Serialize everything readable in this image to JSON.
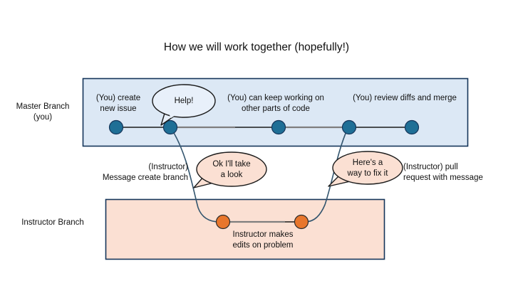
{
  "diagram": {
    "title": "How we will work together (hopefully!)",
    "branches": [
      {
        "id": "master",
        "label": "Master Branch\n(you)",
        "label_line1": "Master Branch",
        "label_line2": "(you)",
        "fill": "#dce8f5",
        "stroke": "#15355a",
        "node_color": "#1f6f96"
      },
      {
        "id": "instructor",
        "label": "Instructor Branch",
        "fill": "#fbe0d3",
        "stroke": "#15355a",
        "node_color": "#e8762c"
      }
    ],
    "master_annotations": [
      {
        "id": "create-issue",
        "text": "(You) create\nnew issue"
      },
      {
        "id": "keep-working",
        "text": "(You) can keep working on\nother parts of code"
      },
      {
        "id": "review-merge",
        "text": "(You) review diffs and merge"
      }
    ],
    "instructor_annotations": [
      {
        "id": "message-create-branch",
        "text": "(Instructor)\nMessage create branch"
      },
      {
        "id": "pull-request",
        "text": "(Instructor) pull\nrequest with message"
      },
      {
        "id": "instructor-edits",
        "text": "Instructor makes\nedits on problem"
      }
    ],
    "speech_bubbles": [
      {
        "id": "help",
        "text": "Help!",
        "fill": "#e8f0fa",
        "stroke": "#1a1a1a"
      },
      {
        "id": "ok-look",
        "text": "Ok I'll take\na look",
        "fill": "#fbe0d3",
        "stroke": "#1a1a1a"
      },
      {
        "id": "heres-fix",
        "text": "Here's a\nway to fix it",
        "fill": "#fbe0d3",
        "stroke": "#1a1a1a"
      }
    ],
    "colors": {
      "master_fill": "#dce8f5",
      "instructor_fill": "#fbe0d3",
      "box_stroke": "#15355a",
      "master_node": "#1f6f96",
      "instructor_node": "#e8762c",
      "line": "#1a1a1a",
      "curve": "#33556e",
      "text": "#111111",
      "background": "#ffffff"
    }
  }
}
